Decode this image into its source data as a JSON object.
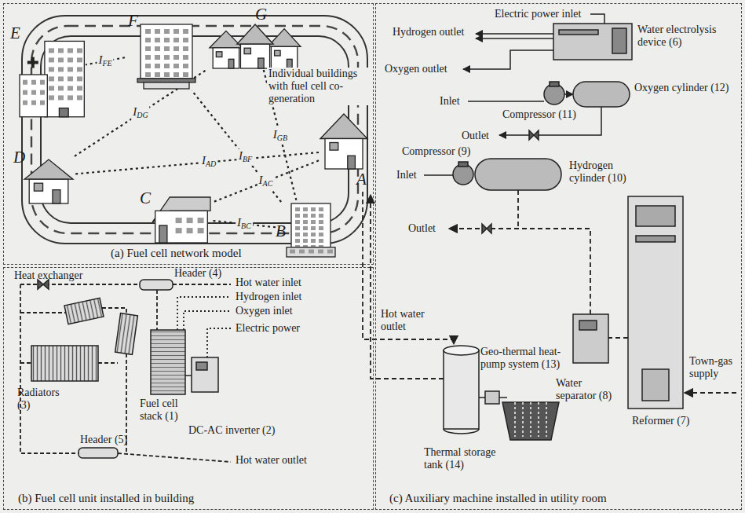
{
  "diagram": {
    "nodes": [
      {
        "text": [
          "(a) Fuel cell network model"
        ]
      },
      {
        "text": [
          "E"
        ],
        "in": 0
      },
      {
        "text": [
          "F"
        ],
        "in": 0
      },
      {
        "text": [
          "G"
        ],
        "in": 0
      },
      {
        "text": [
          "A"
        ],
        "in": 0
      },
      {
        "text": [
          "D"
        ],
        "in": 0
      },
      {
        "text": [
          "C"
        ],
        "in": 0
      },
      {
        "text": [
          "B"
        ],
        "in": 0
      },
      {
        "text": [
          "(b) Fuel cell unit installed in building"
        ]
      },
      {
        "text": [
          "(c) Auxiliary machine installed in utility room"
        ]
      }
    ],
    "edges": [
      {
        "from": 2,
        "to": 1,
        "label": "IFE",
        "arrow": "none"
      },
      {
        "from": 5,
        "to": 3,
        "label": "IDG",
        "arrow": "none"
      },
      {
        "from": 7,
        "to": 6,
        "label": "IBC",
        "arrow": "none"
      },
      {
        "from": 7,
        "to": 2,
        "label": "IBF",
        "arrow": "none"
      },
      {
        "from": 3,
        "to": 7,
        "label": "IGB",
        "arrow": "none"
      },
      {
        "from": 4,
        "to": 5,
        "label": "IAD",
        "arrow": "none"
      },
      {
        "from": 4,
        "to": 6,
        "label": "IAC",
        "arrow": "none"
      }
    ],
    "labels": [
      "Individual buildings with fuel cell co-generation",
      "Heat exchanger",
      "Header (4)",
      "Hot water inlet",
      "Hydrogen inlet",
      "Oxygen inlet",
      "Electric power",
      "Radiators (3)",
      "Fuel cell stack (1)",
      "DC-AC inverter (2)",
      "Header (5)",
      "Hot water outlet",
      "Electric power inlet",
      "Hydrogen outlet",
      "Water electrolysis device (6)",
      "Oxygen outlet",
      "Oxygen cylinder (12)",
      "Inlet",
      "Compressor (11)",
      "Outlet",
      "Compressor (9)",
      "Inlet",
      "Hydrogen cylinder (10)",
      "Outlet",
      "Hot water outlet",
      "Geo-thermal heat-pump system (13)",
      "Water separator (8)",
      "Reformer (7)",
      "Town-gas supply",
      "Thermal storage tank (14)"
    ]
  }
}
